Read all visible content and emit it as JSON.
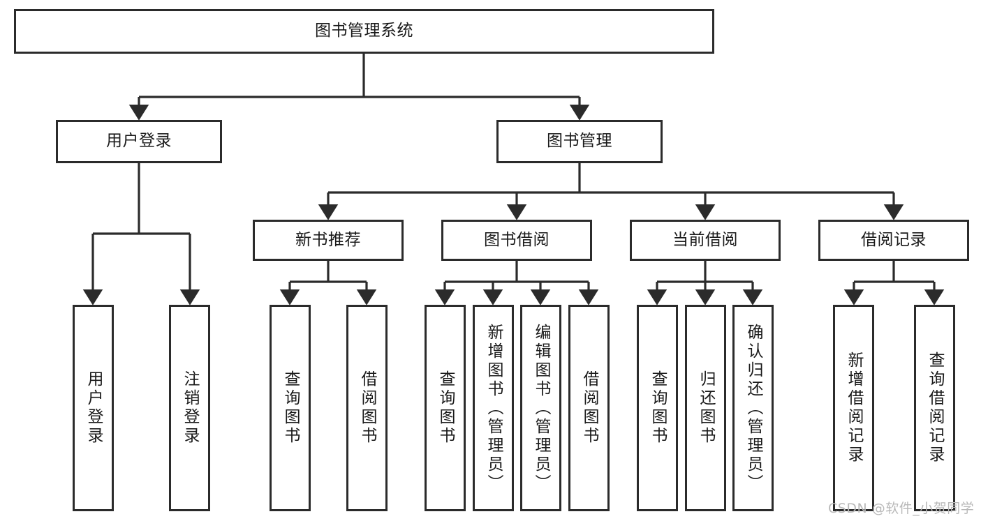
{
  "diagram": {
    "type": "tree-hierarchy",
    "title": "图书管理系统",
    "watermark": "CSDN @软件_小贺同学",
    "colors": {
      "box_border": "#2b2b2b",
      "box_fill": "#ffffff",
      "connector": "#2b2b2b",
      "text": "#1a1a1a",
      "watermark": "#b9b9b9"
    },
    "levels": {
      "root": {
        "label": "图书管理系统"
      },
      "level2": [
        {
          "label": "用户登录"
        },
        {
          "label": "图书管理"
        }
      ],
      "level3": [
        {
          "label": "新书推荐"
        },
        {
          "label": "图书借阅"
        },
        {
          "label": "当前借阅"
        },
        {
          "label": "借阅记录"
        }
      ],
      "leaves": {
        "user_login": [
          {
            "label": "用户登录"
          },
          {
            "label": "注销登录"
          }
        ],
        "new_book_recommend": [
          {
            "label": "查询图书"
          },
          {
            "label": "借阅图书"
          }
        ],
        "book_borrow": [
          {
            "label": "查询图书"
          },
          {
            "label": "新增图书（管理员）"
          },
          {
            "label": "编辑图书（管理员）"
          },
          {
            "label": "借阅图书"
          }
        ],
        "current_borrow": [
          {
            "label": "查询图书"
          },
          {
            "label": "归还图书"
          },
          {
            "label": "确认归还（管理员）"
          }
        ],
        "borrow_record": [
          {
            "label": "新增借阅记录"
          },
          {
            "label": "查询借阅记录"
          }
        ]
      }
    }
  }
}
